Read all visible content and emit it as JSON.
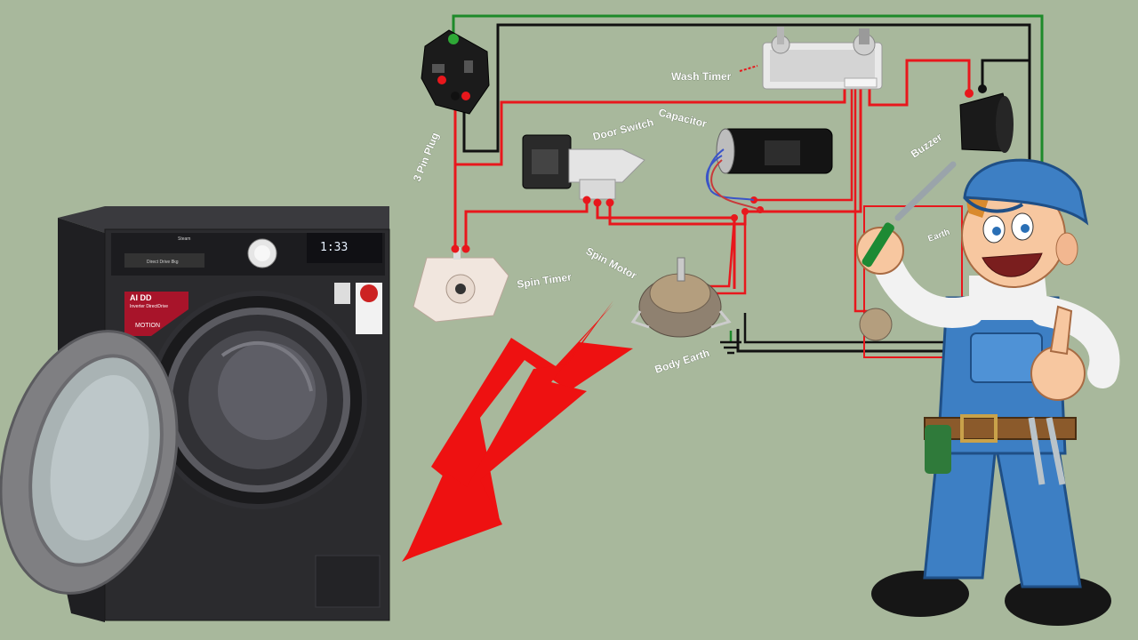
{
  "labels": {
    "plug": "3 Pin Plug",
    "wash_timer": "Wash Timer",
    "door_switch": "Door Switch",
    "capacitor": "Capacitor",
    "buzzer": "Buzzer",
    "spin_timer": "Spin Timer",
    "spin_motor": "Spin Motor",
    "body_earth": "Body Earth",
    "earth": "Earth"
  },
  "washer": {
    "display": "1:33",
    "badge_top": "AI DD",
    "badge_mid": "Inverter DirectDrive",
    "badge_bottom": "MOTION",
    "model_text": "Direct Drive 8kg",
    "brand_small": "Steam"
  },
  "colors": {
    "background": "#a8b89c",
    "live_wire": "#e8171c",
    "neutral_wire": "#111111",
    "earth_wire": "#1e8a2a",
    "arrow": "#ee1111",
    "machine_body": "#2b2b2e",
    "mechanic_overall": "#3d7fc4"
  },
  "icons": [
    "plug-icon",
    "timer-icon",
    "door-switch-icon",
    "capacitor-icon",
    "buzzer-icon",
    "motor-icon",
    "earth-icon",
    "washing-machine-icon",
    "mechanic-illustration",
    "arrow-icon"
  ]
}
